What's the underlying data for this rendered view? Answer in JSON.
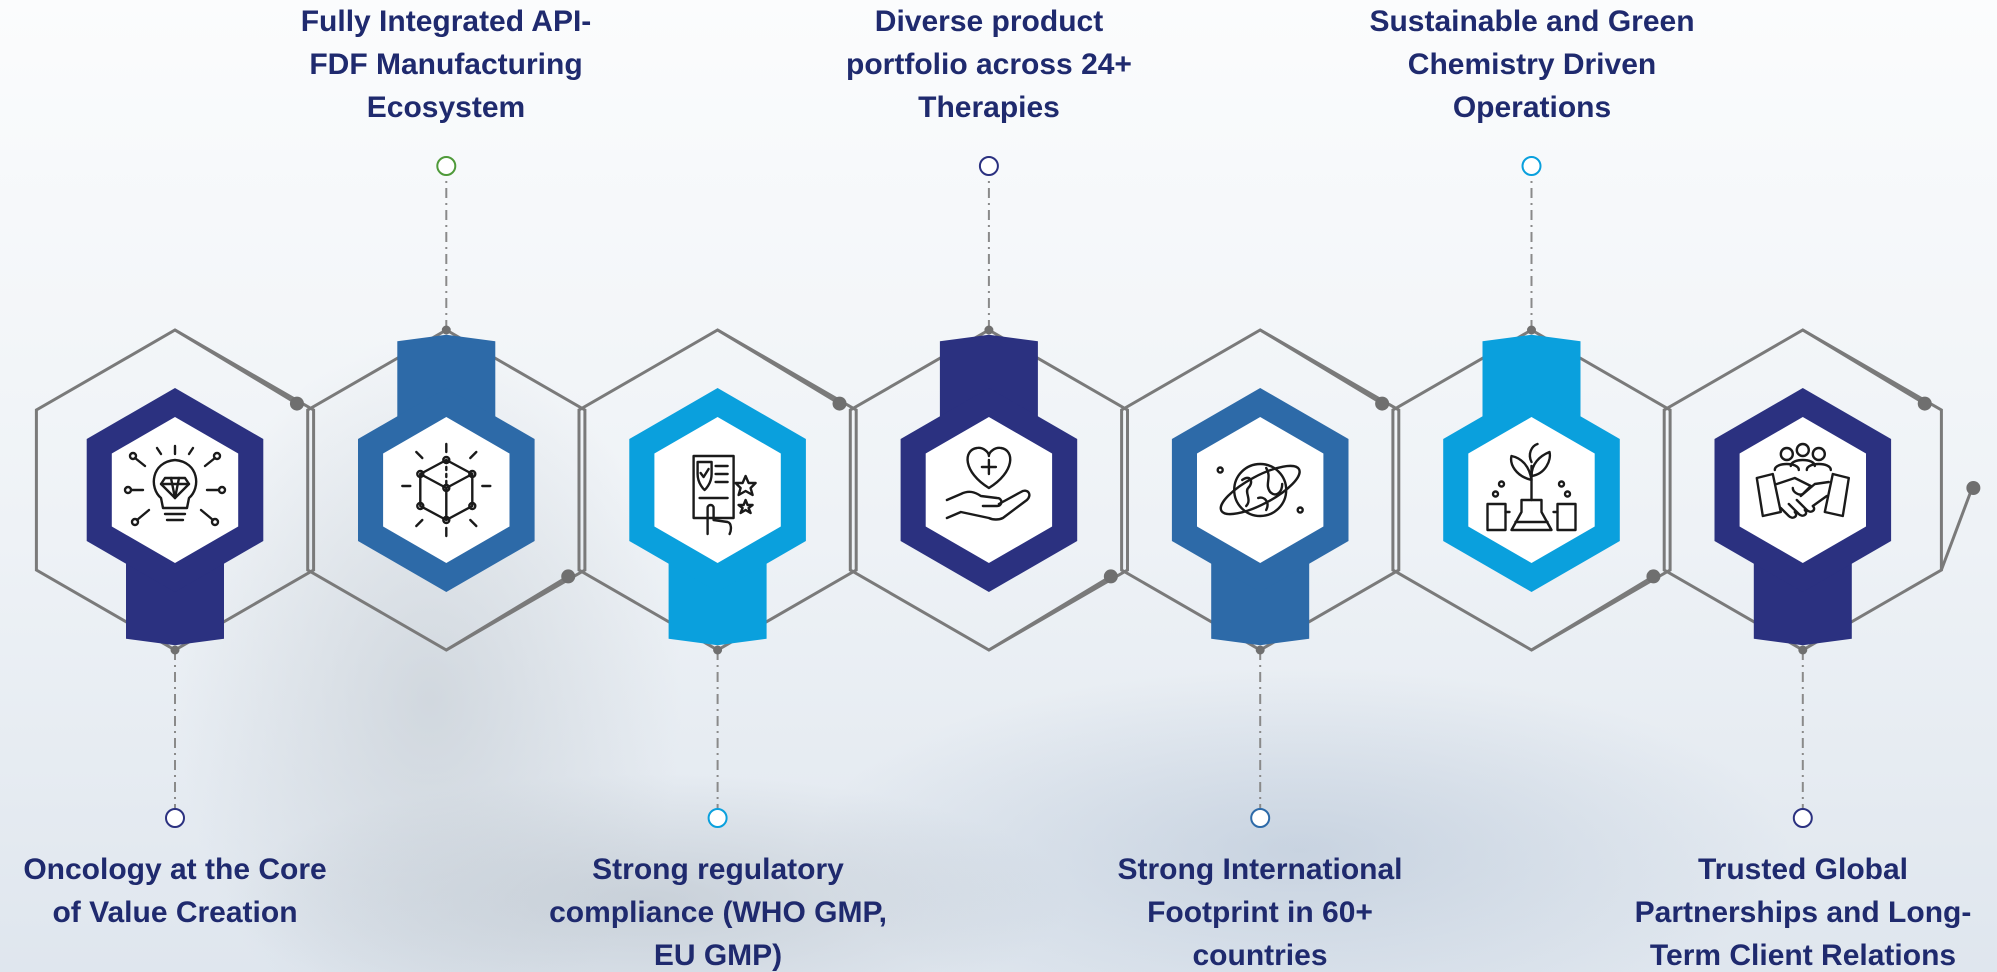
{
  "colors": {
    "navy": "#2b3180",
    "mid_blue": "#2d6aa8",
    "cyan": "#0aa0dd",
    "text": "#1f2a6e",
    "outline": "#7a7a7a",
    "connector": "#8a8a8a",
    "dot": "#6f6f6f"
  },
  "items": [
    {
      "label": "Oncology at the Core of Value Creation",
      "icon": "lightbulb-diamond-icon",
      "color": "navy",
      "label_position": "bottom"
    },
    {
      "label": "Fully Integrated API-FDF Manufacturing Ecosystem",
      "icon": "cube-icon",
      "color": "mid_blue",
      "label_position": "top"
    },
    {
      "label": "Strong regulatory compliance (WHO GMP, EU GMP)",
      "icon": "certificate-shield-icon",
      "color": "cyan",
      "label_position": "bottom"
    },
    {
      "label": "Diverse product portfolio across 24+ Therapies",
      "icon": "heart-hand-icon",
      "color": "navy",
      "label_position": "top"
    },
    {
      "label": "Strong International Footprint in 60+ countries",
      "icon": "globe-icon",
      "color": "mid_blue",
      "label_position": "bottom"
    },
    {
      "label": "Sustainable and Green Chemistry Driven Operations",
      "icon": "plant-flask-icon",
      "color": "cyan",
      "label_position": "top"
    },
    {
      "label": "Trusted Global Partnerships and Long-Term Client Relations",
      "icon": "handshake-people-icon",
      "color": "navy",
      "label_position": "bottom"
    }
  ]
}
